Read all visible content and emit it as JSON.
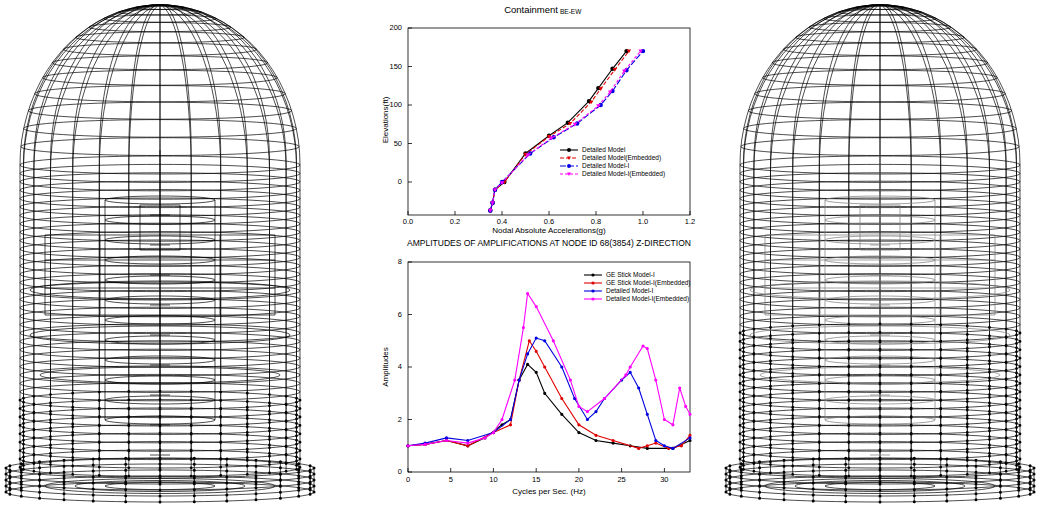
{
  "diagram": {
    "labels": [
      "Containment",
      "BE-EW",
      "Elevations(ft)",
      "200",
      "150",
      "100",
      "50",
      "0",
      "0.0",
      "0.2",
      "0.4",
      "0.6",
      "0.8",
      "1.0",
      "1.2",
      "Nodal Absolute Accelerations(g)",
      "AMPLITUDES OF AMPLIFICATIONS AT NODE ID 68(3854) Z-DIRECTION",
      "Amplitudes",
      "8",
      "6",
      "4",
      "2",
      "0",
      "0",
      "5",
      "10",
      "15",
      "20",
      "25",
      "30",
      "Cycles per Sec. (Hz)"
    ],
    "legend": [
      {
        "text": "Detailed Model"
      },
      {
        "text": "Detailed Model(Embedded)"
      },
      {
        "text": "Detailed Model-I"
      },
      {
        "text": "Detailed Model-I(Embedded)"
      },
      {
        "text": "GE Stick Model-I"
      },
      {
        "text": "GE Stick Model-I(Embedded)"
      },
      {
        "text": "Detailed Model-I"
      },
      {
        "text": "Detailed Model-I(Embedded)"
      }
    ]
  }
}
